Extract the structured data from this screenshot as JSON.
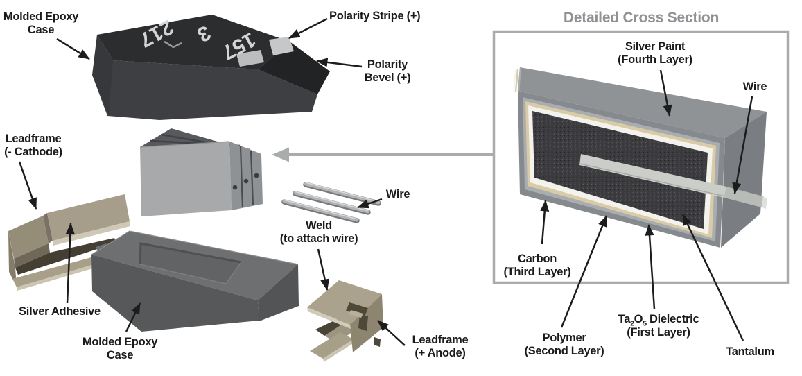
{
  "panel": {
    "title": "Detailed Cross Section",
    "title_color": "#8f9194",
    "border_color": "#a9abad"
  },
  "exploded_view": {
    "labels": {
      "molded_epoxy_case_top": "Molded Epoxy\nCase",
      "polarity_stripe": "Polarity Stripe (+)",
      "polarity_bevel": "Polarity\nBevel (+)",
      "leadframe_cathode": "Leadframe\n(- Cathode)",
      "silver_adhesive": "Silver Adhesive",
      "molded_epoxy_case_bottom": "Molded Epoxy\nCase",
      "wire": "Wire",
      "weld": "Weld\n(to attach wire)",
      "leadframe_anode": "Leadframe\n(+ Anode)"
    },
    "case_markings": [
      "217",
      "3",
      "157"
    ]
  },
  "cross_section": {
    "labels": {
      "silver_paint": "Silver Paint\n(Fourth Layer)",
      "wire": "Wire",
      "carbon": "Carbon\n(Third Layer)",
      "polymer": "Polymer\n(Second Layer)",
      "ta2o5": {
        "t1": "Ta",
        "s1": "2",
        "t2": "O",
        "s2": "5",
        "t3": " Dielectric",
        "line2": "(First Layer)"
      },
      "tantalum": "Tantalum"
    },
    "layer_colors": {
      "silver_paint": "#868a8e",
      "carbon": "#a9adb0",
      "polymer": "#d9cba6",
      "ta2o5_dielectric": "#f4f2ec",
      "tantalum_core": "#3b3b3e",
      "wire": "#cbcdc9"
    }
  },
  "colors": {
    "label_text": "#1a1a1a",
    "callout_arrow": "#1c1c1c",
    "pointer_arrow": "#a9abad",
    "epoxy_case_dark": "#2c2d2f",
    "epoxy_tray_gray": "#6d6f71",
    "element_gray": "#a7a9ab",
    "leadframe_tan": "#a69e8a"
  }
}
